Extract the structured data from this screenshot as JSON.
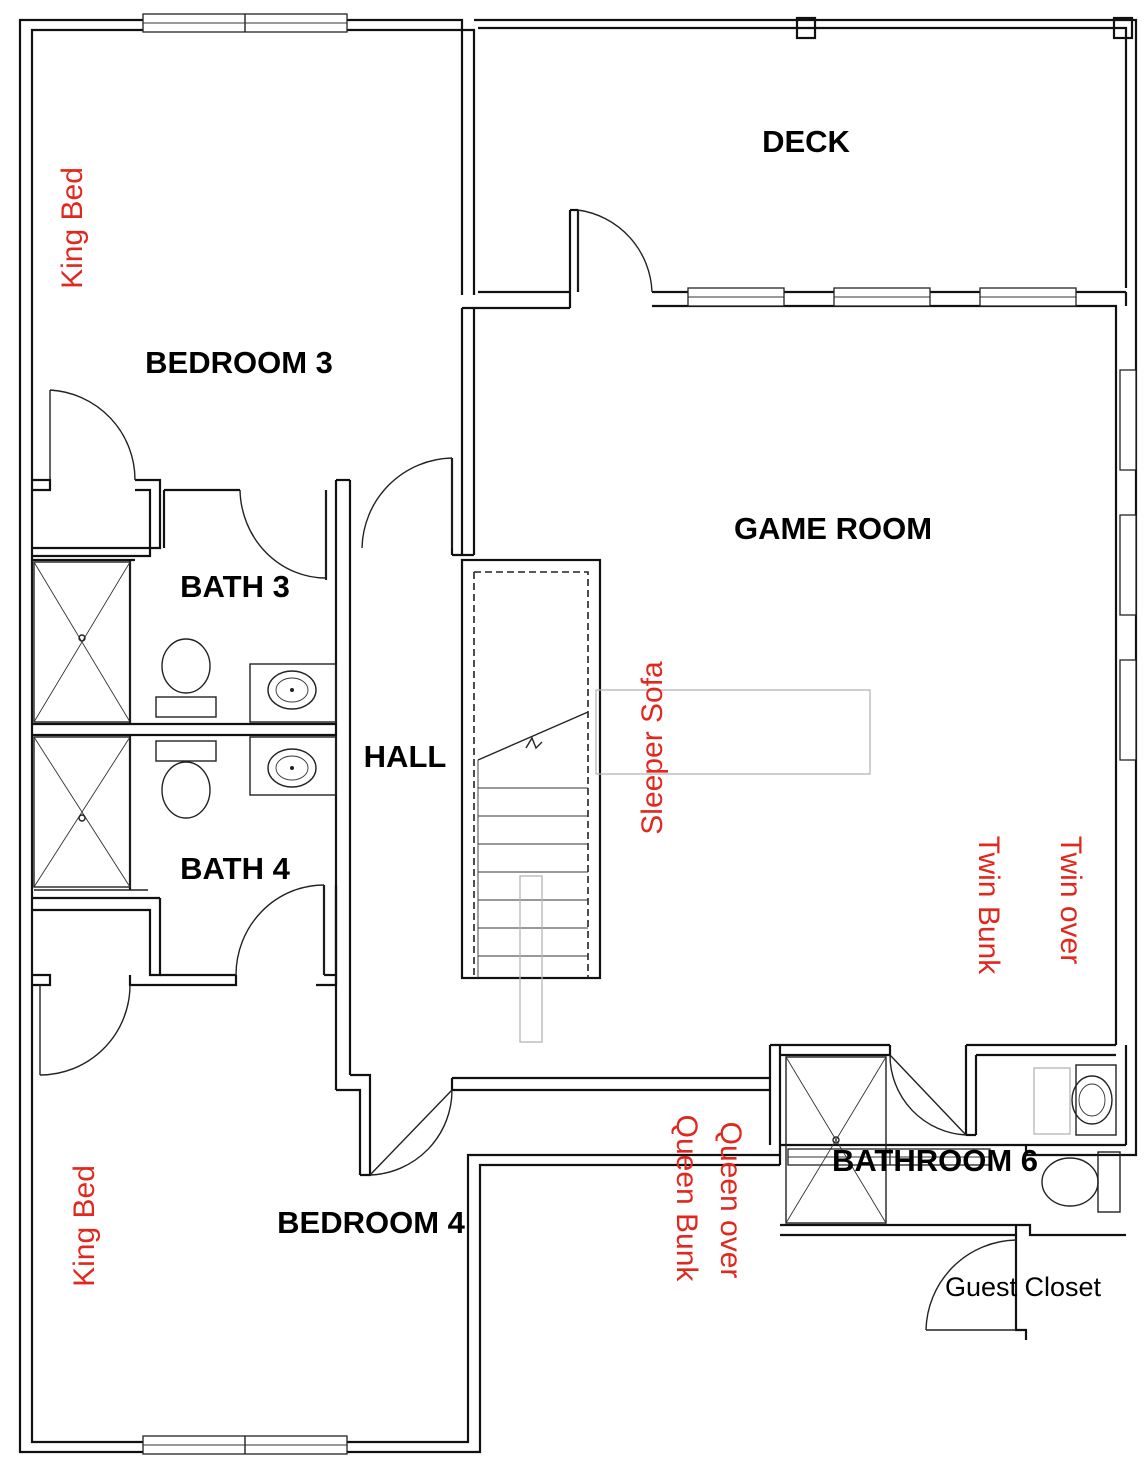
{
  "rooms": {
    "deck": "DECK",
    "bedroom3": "BEDROOM 3",
    "game_room": "GAME ROOM",
    "bath3": "BATH 3",
    "hall": "HALL",
    "bath4": "BATH 4",
    "bedroom4": "BEDROOM 4",
    "bathroom6": "BATHROOM 6",
    "guest_closet": "Guest Closet"
  },
  "furniture": {
    "bedroom3_bed": "King Bed",
    "bedroom4_bed": "King Bed",
    "sleeper_sofa": "Sleeper Sofa",
    "twin_bunk_line1": "Twin over",
    "twin_bunk_line2": "Twin Bunk",
    "queen_bunk_line1": "Queen over",
    "queen_bunk_line2": "Queen Bunk"
  },
  "colors": {
    "furniture_label": "#e0281e",
    "walls": "#111111",
    "background": "#ffffff"
  }
}
